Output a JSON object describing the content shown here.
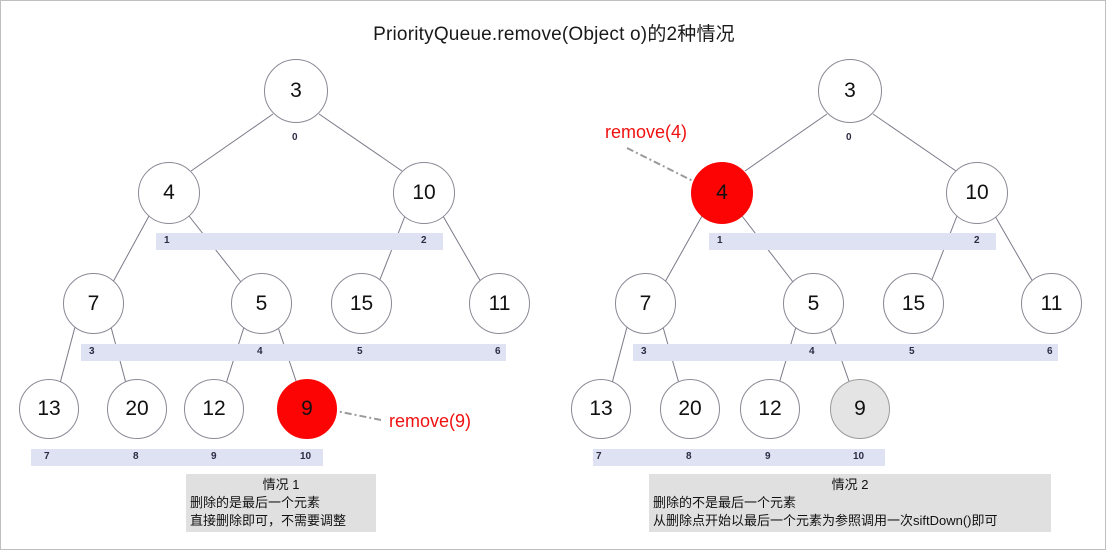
{
  "title": "PriorityQueue.remove(Object o)的2种情况",
  "colors": {
    "highlight_bar": "#dfe2f2",
    "removed_red": "#fc0404",
    "moved_gray": "#e4e4e4",
    "annotation_red": "#f01010",
    "caption_bg": "#e0e0e0",
    "node_border": "#8a8a96",
    "edge": "#7a7a88"
  },
  "left_panel": {
    "name": "case-1-tree",
    "annotation": "remove(9)",
    "nodes": [
      {
        "value": "3",
        "index": "0",
        "state": "normal"
      },
      {
        "value": "4",
        "index": "1",
        "state": "normal"
      },
      {
        "value": "10",
        "index": "2",
        "state": "normal"
      },
      {
        "value": "7",
        "index": "3",
        "state": "normal"
      },
      {
        "value": "5",
        "index": "4",
        "state": "normal"
      },
      {
        "value": "15",
        "index": "5",
        "state": "normal"
      },
      {
        "value": "11",
        "index": "6",
        "state": "normal"
      },
      {
        "value": "13",
        "index": "7",
        "state": "normal"
      },
      {
        "value": "20",
        "index": "8",
        "state": "normal"
      },
      {
        "value": "12",
        "index": "9",
        "state": "normal"
      },
      {
        "value": "9",
        "index": "10",
        "state": "removed"
      }
    ],
    "caption": {
      "title": "情况 1",
      "line1": "删除的是最后一个元素",
      "line2": "直接删除即可，不需要调整"
    }
  },
  "right_panel": {
    "name": "case-2-tree",
    "annotation": "remove(4)",
    "nodes": [
      {
        "value": "3",
        "index": "0",
        "state": "normal"
      },
      {
        "value": "4",
        "index": "1",
        "state": "removed"
      },
      {
        "value": "10",
        "index": "2",
        "state": "normal"
      },
      {
        "value": "7",
        "index": "3",
        "state": "normal"
      },
      {
        "value": "5",
        "index": "4",
        "state": "normal"
      },
      {
        "value": "15",
        "index": "5",
        "state": "normal"
      },
      {
        "value": "11",
        "index": "6",
        "state": "normal"
      },
      {
        "value": "13",
        "index": "7",
        "state": "normal"
      },
      {
        "value": "20",
        "index": "8",
        "state": "normal"
      },
      {
        "value": "12",
        "index": "9",
        "state": "normal"
      },
      {
        "value": "9",
        "index": "10",
        "state": "moved"
      }
    ],
    "caption": {
      "title": "情况 2",
      "line1": "删除的不是最后一个元素",
      "line2": "从删除点开始以最后一个元素为参照调用一次siftDown()即可"
    }
  }
}
